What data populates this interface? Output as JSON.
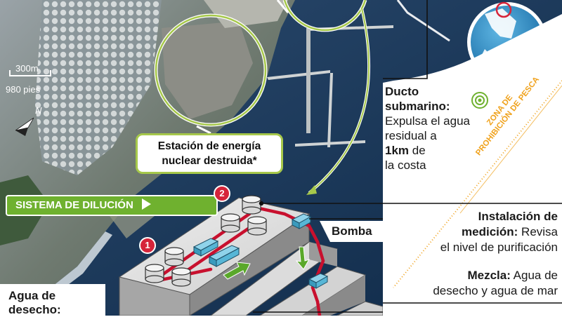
{
  "scale": {
    "metric": "300m",
    "imperial": "980 pies"
  },
  "compass": {
    "label": "N"
  },
  "station_label": {
    "line1": "Estación de energía",
    "line2": "nuclear destruida*"
  },
  "pipe": {
    "title1": "Ducto",
    "title2": "submarino:",
    "line1": "Expulsa el agua",
    "line2": "residual a",
    "distance": "1km",
    "line3_rest": " de",
    "line4": "la costa"
  },
  "fishing_zone": {
    "line1": "ZONA DE",
    "line2": "PROHIBICIÓN DE PESCA"
  },
  "dilution": {
    "banner": "SISTEMA DE DILUCIÓN"
  },
  "badges": [
    "1",
    "2"
  ],
  "pump_label": "Bomba",
  "measurement": {
    "title1": "Instalación de",
    "title2": "medición:",
    "desc_a": " Revisa",
    "desc_b": "el nivel de purificación"
  },
  "mix": {
    "title": "Mezcla:",
    "desc_a": " Agua de",
    "desc_b": "desecho y agua de mar"
  },
  "waste": {
    "title1": "Agua de",
    "title2": "desecho:"
  },
  "colors": {
    "accent_green": "#6fb12f",
    "outline_green": "#a6c84a",
    "badge_red": "#d6243a",
    "zone_orange": "#f0a21c",
    "pipe_red": "#c8102e"
  }
}
